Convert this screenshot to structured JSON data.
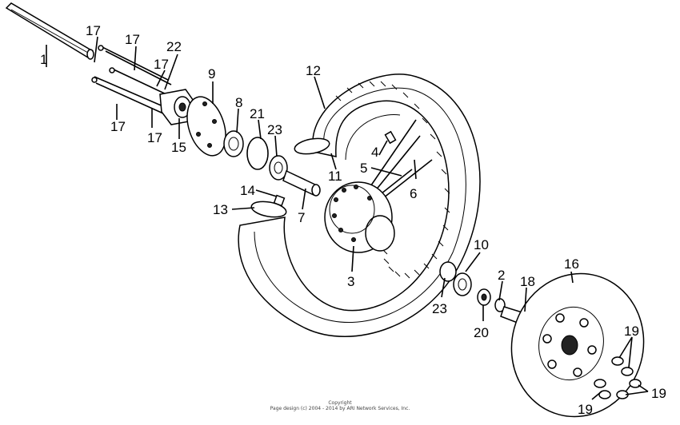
{
  "callouts": [
    "1",
    "17",
    "17",
    "17",
    "22",
    "9",
    "8",
    "21",
    "23",
    "12",
    "15",
    "17",
    "17",
    "4",
    "5",
    "11",
    "6",
    "14",
    "7",
    "13",
    "3",
    "10",
    "2",
    "18",
    "16",
    "23",
    "20",
    "19",
    "19",
    "19"
  ],
  "copyright": {
    "line1": "Copyright",
    "line2": "Page design (c) 2004 - 2014 by ARI Network Services, Inc."
  }
}
